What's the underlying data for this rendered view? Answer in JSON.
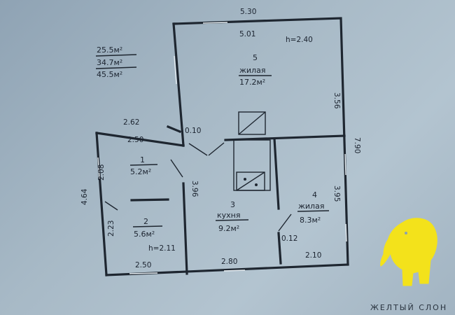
{
  "areas": {
    "living": "25.5м²",
    "useful": "34.7м²",
    "total": "45.5м²"
  },
  "rooms": [
    {
      "num": "1",
      "area": "5.2м²"
    },
    {
      "num": "2",
      "area": "5.6м²"
    },
    {
      "num": "3",
      "name": "кухня",
      "area": "9.2м²"
    },
    {
      "num": "4",
      "name": "жилая",
      "area": "8.3м²"
    },
    {
      "num": "5",
      "name": "жилая",
      "area": "17.2м²"
    }
  ],
  "dims": {
    "top_outer": "5.30",
    "top_inner": "5.01",
    "height_main": "h=2.40",
    "right_356": "3.56",
    "right_790": "7.90",
    "right_395": "3.95",
    "left_262": "2.62",
    "left_250_top": "2.50",
    "wall_010": "0.10",
    "left_208": "2.08",
    "left_464": "4.64",
    "left_223": "2.23",
    "mid_396": "3.96",
    "height_small": "h=2.11",
    "bottom_250": "2.50",
    "bottom_280": "2.80",
    "bottom_210": "2.10",
    "wall_012": "0.12"
  },
  "logo": {
    "text": "ЖЕЛТЫЙ СЛОН",
    "color": "#f3e21b"
  }
}
